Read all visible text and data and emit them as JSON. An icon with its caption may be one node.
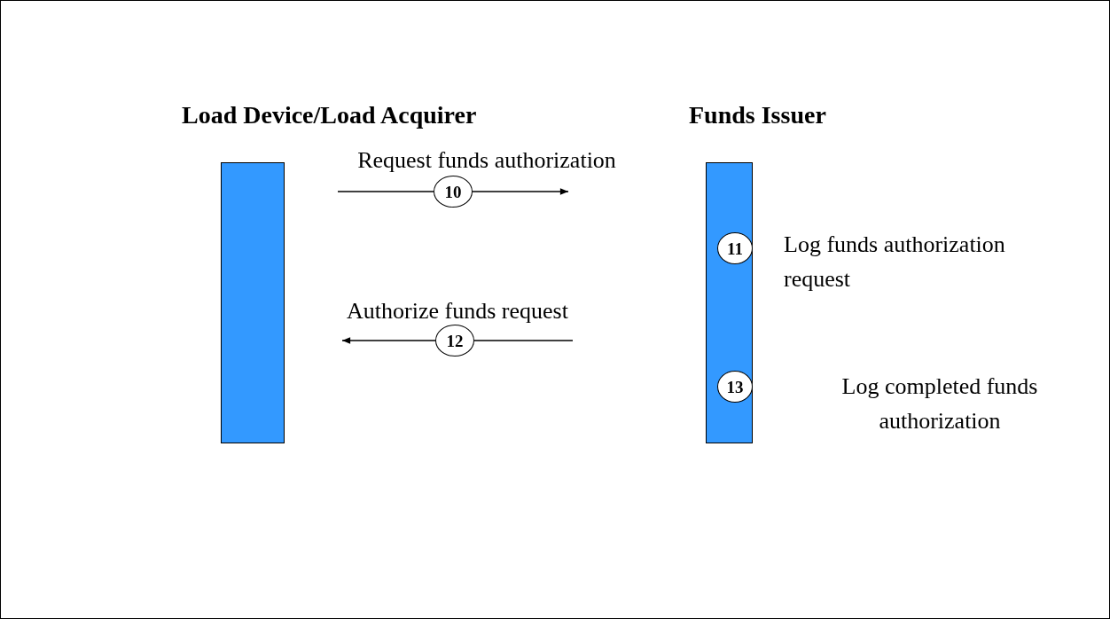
{
  "diagram": {
    "nodes": [
      {
        "text": [
          "Load Device/Load Acquirer"
        ]
      },
      {
        "text": [
          "Funds Issuer"
        ]
      },
      {
        "text": [
          "10"
        ]
      },
      {
        "text": [
          "11"
        ],
        "in": 1,
        "beside": [
          "Log funds authorization request"
        ]
      },
      {
        "text": [
          "12"
        ]
      },
      {
        "text": [
          "13"
        ],
        "in": 1,
        "beside": [
          "Log completed funds authorization"
        ]
      }
    ],
    "edges": [
      {
        "from": null,
        "to": 2,
        "arrow": "none",
        "label": "Request funds authorization"
      },
      {
        "from": 2,
        "to": null,
        "arrow": "to"
      },
      {
        "from": 4,
        "to": null,
        "arrow": "to",
        "label": "Authorize funds request"
      },
      {
        "from": null,
        "to": 4,
        "arrow": "none"
      }
    ]
  }
}
